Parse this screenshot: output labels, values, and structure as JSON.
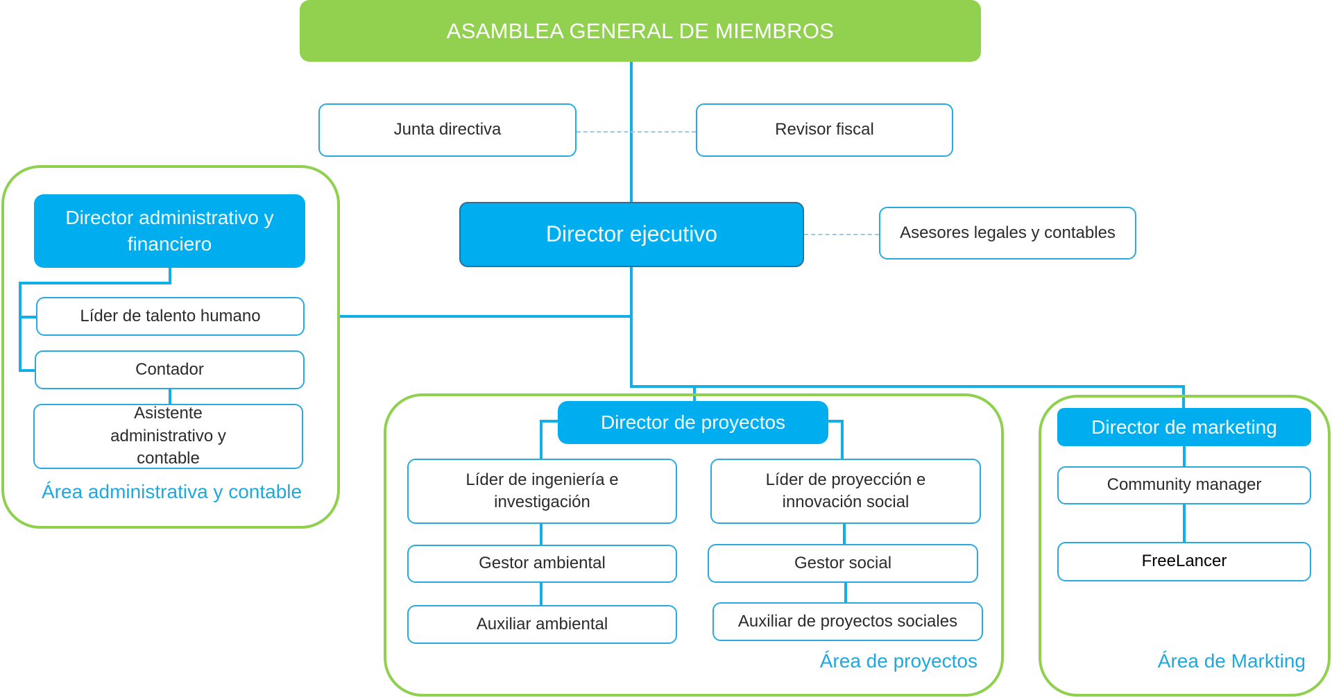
{
  "header": {
    "title": "ASAMBLEA GENERAL DE MIEMBROS"
  },
  "advisory": {
    "junta": "Junta directiva",
    "revisor": "Revisor fiscal",
    "asesores": "Asesores legales y contables"
  },
  "ceo": {
    "title": "Director ejecutivo"
  },
  "admin_area": {
    "label": "Área administrativa y contable",
    "director": "Director administrativo y financiero",
    "roles": [
      "Líder de talento humano",
      "Contador",
      "Asistente administrativo y contable"
    ]
  },
  "projects_area": {
    "label": "Área de proyectos",
    "director": "Director de proyectos",
    "left_branch": [
      "Líder de ingeniería e investigación",
      "Gestor ambiental",
      "Auxiliar ambiental"
    ],
    "right_branch": [
      "Líder de proyección e innovación social",
      "Gestor social",
      "Auxiliar de proyectos sociales"
    ]
  },
  "marketing_area": {
    "label": "Área de Markting",
    "director": "Director de marketing",
    "roles": [
      "Community manager",
      "FreeLancer"
    ]
  },
  "colors": {
    "header_green": "#92d050",
    "area_border_green": "#8fd14f",
    "director_blue": "#00aeef",
    "connector_blue": "#12aee6",
    "label_blue": "#1ea8e0"
  }
}
